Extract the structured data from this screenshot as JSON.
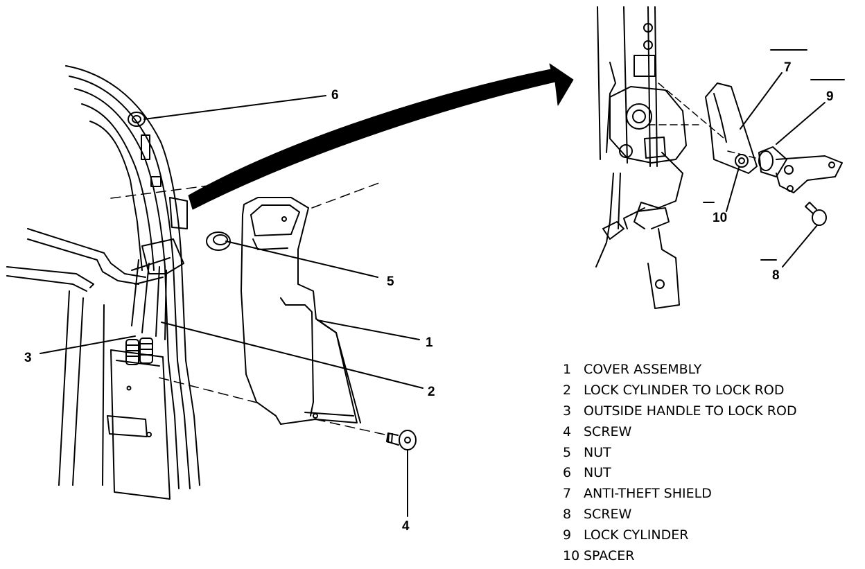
{
  "callouts": [
    "1",
    "2",
    "3",
    "4",
    "5",
    "6",
    "7",
    "8",
    "9",
    "10"
  ],
  "legend": [
    {
      "number": "1",
      "label": "COVER ASSEMBLY"
    },
    {
      "number": "2",
      "label": "LOCK CYLINDER TO LOCK ROD"
    },
    {
      "number": "3",
      "label": "OUTSIDE HANDLE TO LOCK ROD"
    },
    {
      "number": "4",
      "label": "SCREW"
    },
    {
      "number": "5",
      "label": "NUT"
    },
    {
      "number": "6",
      "label": "NUT"
    },
    {
      "number": "7",
      "label": "ANTI-THEFT SHIELD"
    },
    {
      "number": "8",
      "label": "SCREW"
    },
    {
      "number": "9",
      "label": "LOCK CYLINDER"
    },
    {
      "number": "10",
      "label": "SPACER"
    }
  ]
}
